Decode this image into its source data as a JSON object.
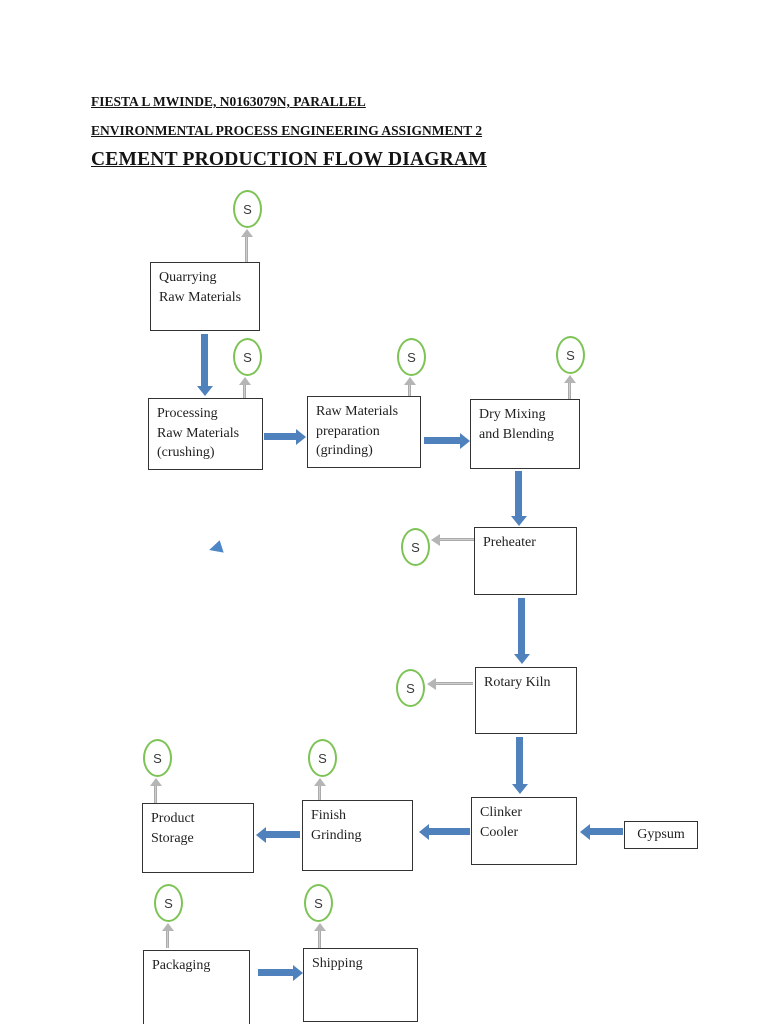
{
  "header": {
    "line1": "FIESTA L MWINDE, N0163079N, PARALLEL",
    "line2": "ENVIRONMENTAL PROCESS ENGINEERING ASSIGNMENT 2",
    "title": "CEMENT PRODUCTION FLOW DIAGRAM"
  },
  "diagram": {
    "s_label": "S",
    "nodes": [
      {
        "id": "quarrying",
        "lines": [
          "Quarrying",
          "Raw Materials"
        ]
      },
      {
        "id": "processing",
        "lines": [
          "Processing",
          "Raw Materials",
          "(crushing)"
        ]
      },
      {
        "id": "raw-materials-preparation",
        "lines": [
          "Raw Materials",
          "preparation",
          "(grinding)"
        ]
      },
      {
        "id": "dry-mixing",
        "lines": [
          "Dry Mixing",
          "and Blending"
        ]
      },
      {
        "id": "preheater",
        "lines": [
          "Preheater"
        ]
      },
      {
        "id": "rotary-kiln",
        "lines": [
          "Rotary Kiln"
        ]
      },
      {
        "id": "clinker-cooler",
        "lines": [
          "Clinker",
          "Cooler"
        ]
      },
      {
        "id": "gypsum",
        "lines": [
          "Gypsum"
        ]
      },
      {
        "id": "finish-grinding",
        "lines": [
          "Finish",
          "Grinding"
        ]
      },
      {
        "id": "product-storage",
        "lines": [
          "Product",
          "Storage"
        ]
      },
      {
        "id": "packaging",
        "lines": [
          "Packaging"
        ]
      },
      {
        "id": "shipping",
        "lines": [
          "Shipping"
        ]
      }
    ],
    "edges": [
      {
        "from": "quarrying",
        "to": "processing"
      },
      {
        "from": "processing",
        "to": "raw-materials-preparation"
      },
      {
        "from": "raw-materials-preparation",
        "to": "dry-mixing"
      },
      {
        "from": "dry-mixing",
        "to": "preheater"
      },
      {
        "from": "preheater",
        "to": "rotary-kiln"
      },
      {
        "from": "rotary-kiln",
        "to": "clinker-cooler"
      },
      {
        "from": "gypsum",
        "to": "clinker-cooler"
      },
      {
        "from": "clinker-cooler",
        "to": "finish-grinding"
      },
      {
        "from": "finish-grinding",
        "to": "product-storage"
      },
      {
        "from": "packaging",
        "to": "shipping"
      }
    ],
    "s_markers_attached_to": [
      "quarrying",
      "processing",
      "raw-materials-preparation",
      "dry-mixing",
      "preheater",
      "rotary-kiln",
      "finish-grinding",
      "product-storage",
      "packaging",
      "shipping"
    ]
  },
  "colors": {
    "flow_arrow_blue": "#4f81bd",
    "s_marker_green": "#7dc355",
    "gray_arrow": "#c6c6c6",
    "box_border": "#333333"
  }
}
